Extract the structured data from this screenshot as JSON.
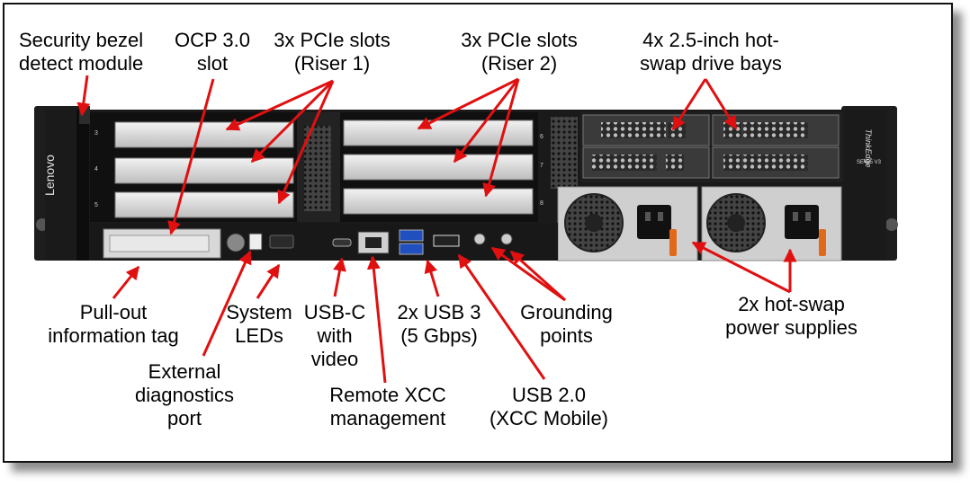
{
  "labels": {
    "bezel": [
      "Security bezel",
      "detect module"
    ],
    "ocp": [
      "OCP 3.0",
      "slot"
    ],
    "riser1": [
      "3x PCIe slots",
      "(Riser 1)"
    ],
    "riser2": [
      "3x PCIe slots",
      "(Riser 2)"
    ],
    "drives": [
      "4x 2.5-inch hot-",
      "swap drive bays"
    ],
    "pullout": [
      "Pull-out",
      "information tag"
    ],
    "sysleds": [
      "System",
      "LEDs"
    ],
    "usbc": [
      "USB-C",
      "with",
      "video"
    ],
    "usb3": [
      "2x USB 3",
      "(5 Gbps)"
    ],
    "grounding": [
      "Grounding",
      "points"
    ],
    "psu": [
      "2x hot-swap",
      "power supplies"
    ],
    "extdiag": [
      "External",
      "diagnostics",
      "port"
    ],
    "xcc": [
      "Remote XCC",
      "management"
    ],
    "usb2": [
      "USB 2.0",
      "(XCC Mobile)"
    ]
  },
  "chassis": {
    "brand": "Lenovo",
    "model_brand": "ThinkEdge",
    "model": "SE455 V3",
    "slot_numbers": [
      "3",
      "4",
      "5",
      "6",
      "7",
      "8"
    ]
  },
  "colors": {
    "arrow": "#e01010",
    "chassis": "#1a1a1a",
    "slot": "#d8d8d8"
  }
}
